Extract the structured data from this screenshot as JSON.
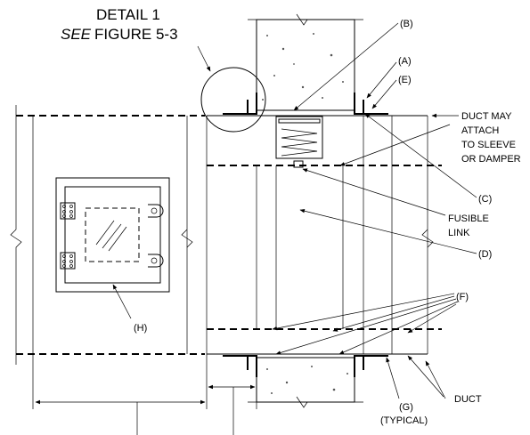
{
  "detail": {
    "title": "DETAIL 1",
    "see_word": "SEE",
    "figure_ref": "FIGURE 5-3"
  },
  "labels": {
    "a": "(A)",
    "b": "(B)",
    "c": "(C)",
    "d": "(D)",
    "e": "(E)",
    "f": "(F)",
    "g": "(G)",
    "h": "(H)",
    "typical": "(TYPICAL)",
    "duct": "DUCT",
    "duct_may": [
      "DUCT MAY",
      "ATTACH",
      "TO SLEEVE",
      "OR DAMPER"
    ],
    "fusible": [
      "FUSIBLE",
      "LINK"
    ]
  }
}
